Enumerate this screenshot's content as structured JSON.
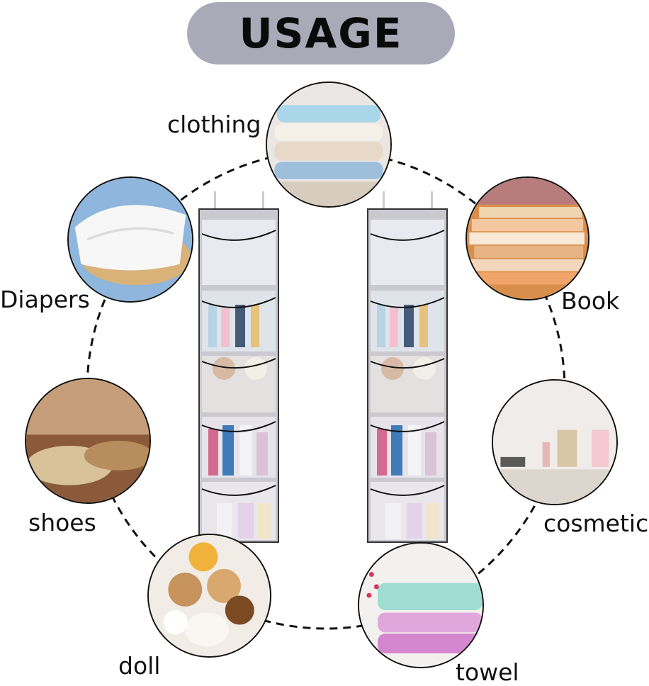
{
  "title": "USAGE",
  "items": [
    {
      "label": "clothing"
    },
    {
      "label": "Diapers"
    },
    {
      "label": "shoes"
    },
    {
      "label": "doll"
    },
    {
      "label": "towel"
    },
    {
      "label": "cosmetic"
    },
    {
      "label": "Book"
    }
  ]
}
